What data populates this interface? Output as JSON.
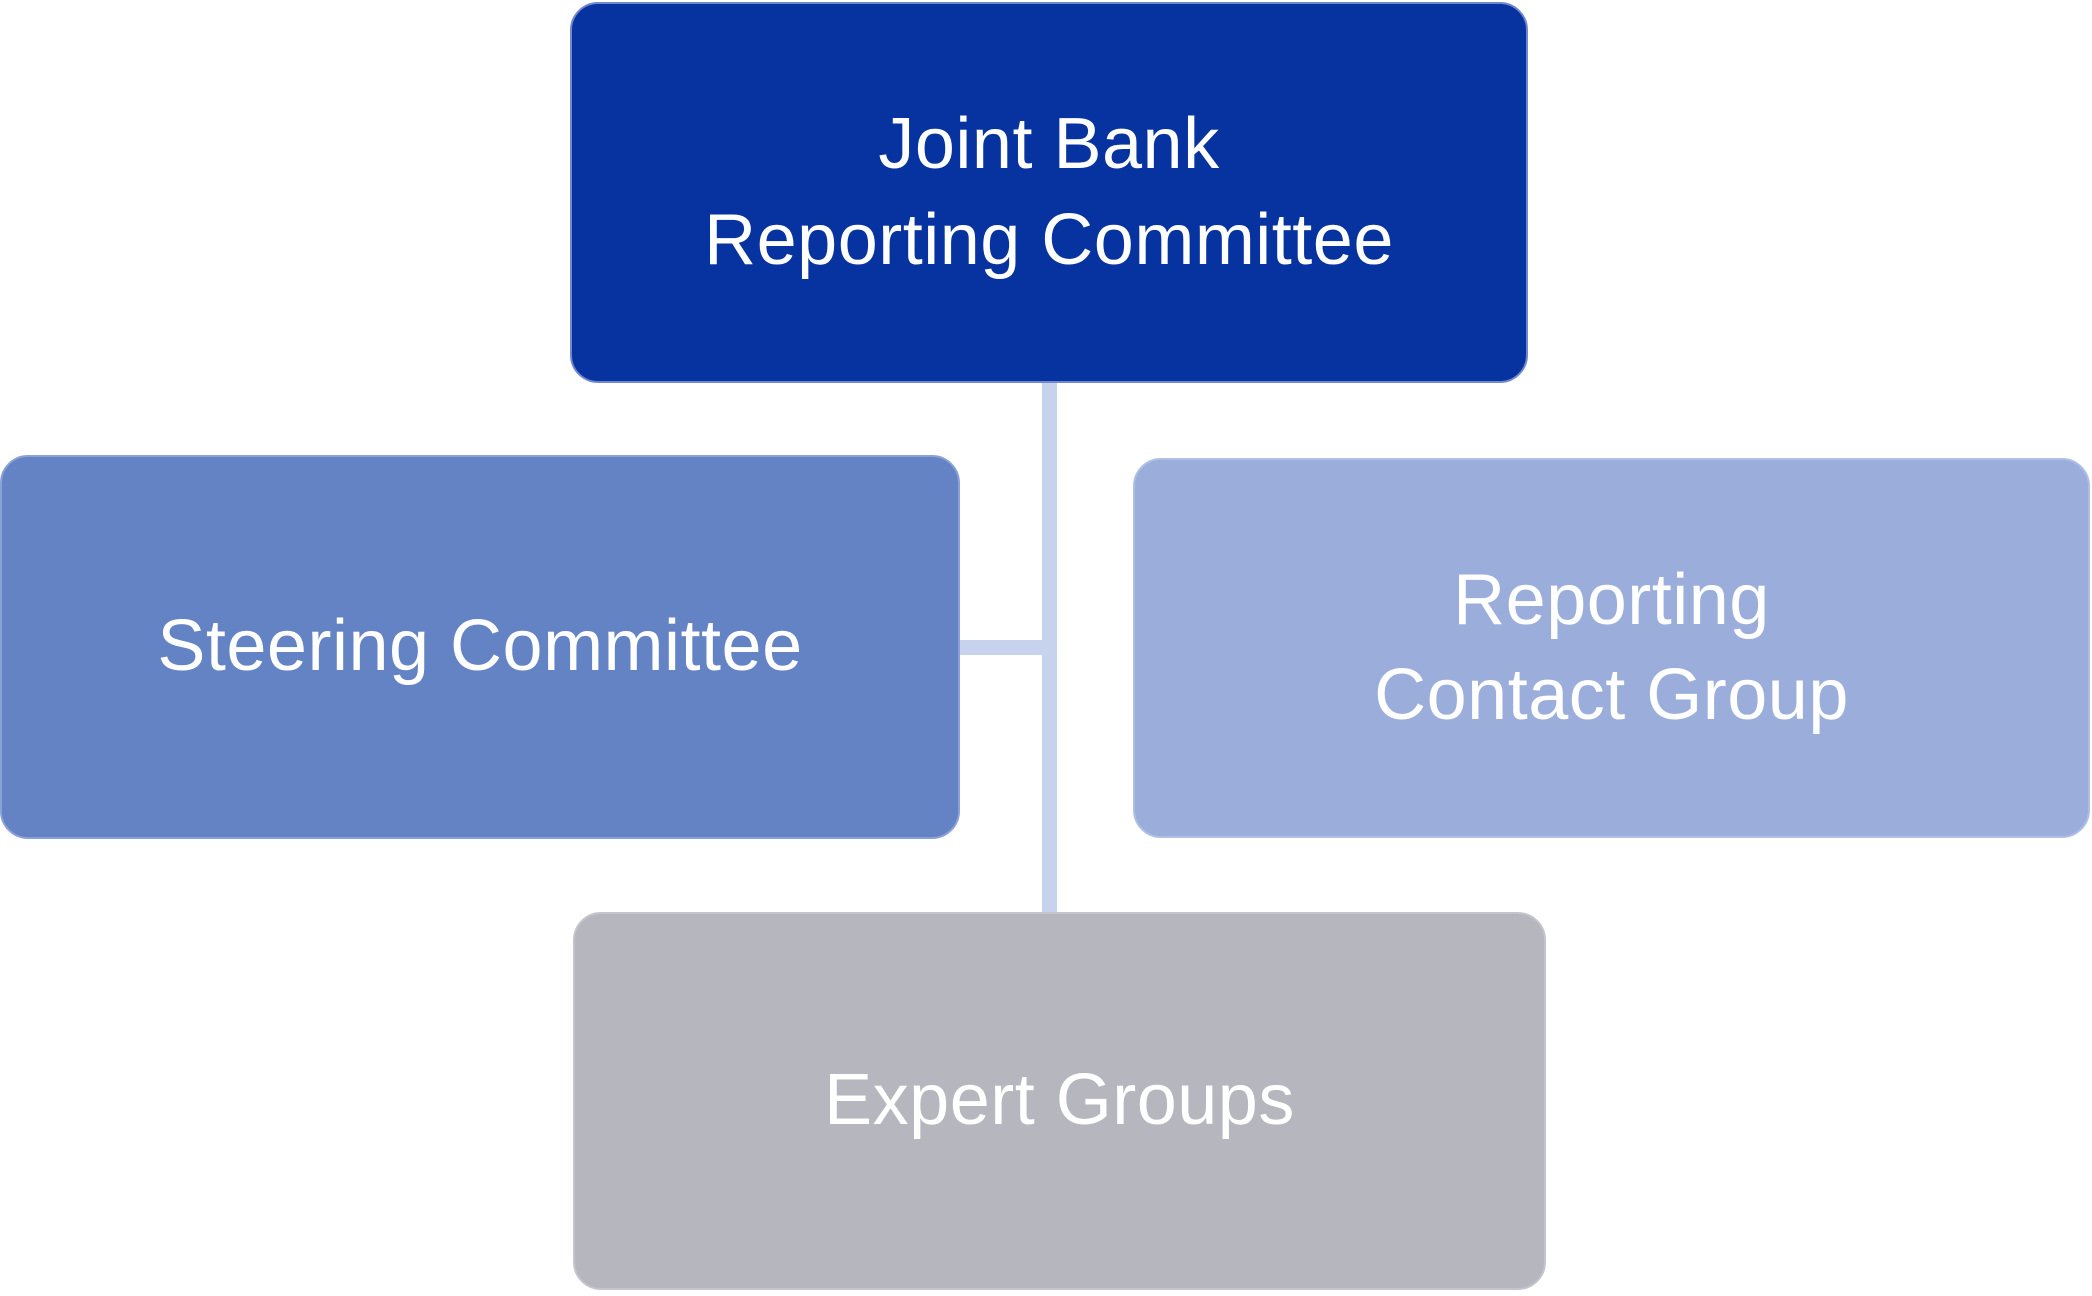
{
  "canvas": {
    "background": "#FFFFFF",
    "text_color": "#FFFFFF"
  },
  "nodes": {
    "joint_bank_reporting_committee": {
      "label": "Joint Bank\nReporting Committee",
      "fill": "#06339F",
      "border": "#7287CE"
    },
    "steering_committee": {
      "label": "Steering Committee",
      "fill": "#6483C5",
      "border": "#8AA0D6"
    },
    "reporting_contact_group": {
      "label": "Reporting\nContact Group",
      "fill": "#9BAEDB",
      "border": "#AEBEE5"
    },
    "expert_groups": {
      "label": "Expert Groups",
      "fill": "#B6B6BE",
      "border": "#C4C4CC"
    }
  },
  "connectors": {
    "color": "#C7D2EC"
  }
}
